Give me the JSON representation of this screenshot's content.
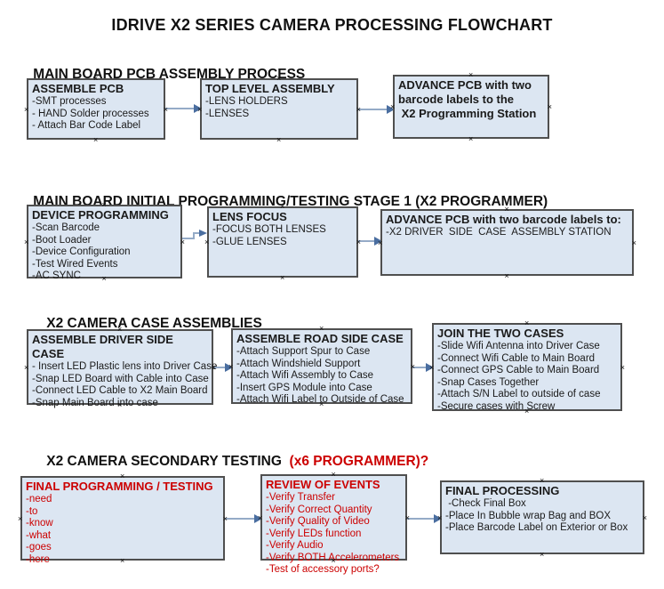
{
  "title": "IDRIVE X2  SERIES CAMERA PROCESSING FLOWCHART",
  "handle_glyph": "×",
  "colors": {
    "box_fill": "#dce6f2",
    "box_border": "#4f4f4f",
    "red": "#cc0000",
    "arrow_line": "#95abc7",
    "arrow_head": "#4a6ea0",
    "ink": "#1a1a1a"
  },
  "sections": [
    {
      "heading": "MAIN BOARD PCB ASSEMBLY PROCESS",
      "boxes": [
        {
          "title": "ASSEMBLE PCB",
          "items": [
            "-SMT processes",
            "- HAND Solder processes",
            "- Attach Bar Code Label"
          ]
        },
        {
          "title": "TOP LEVEL ASSEMBLY",
          "items": [
            "-LENS HOLDERS",
            "-LENSES"
          ]
        },
        {
          "title": "ADVANCE PCB with two\nbarcode labels to the\n X2 Programming Station",
          "items": []
        }
      ]
    },
    {
      "heading": "MAIN BOARD INITIAL PROGRAMMING/TESTING STAGE 1 (X2 PROGRAMMER)",
      "boxes": [
        {
          "title": "DEVICE PROGRAMMING",
          "items": [
            "-Scan Barcode",
            "-Boot Loader",
            "-Device Configuration",
            "-Test Wired Events",
            "-AC SYNC"
          ]
        },
        {
          "title": "LENS FOCUS",
          "items": [
            "-FOCUS BOTH LENSES",
            "-GLUE LENSES"
          ]
        },
        {
          "title": "ADVANCE PCB with two barcode labels to:",
          "items": [
            "-X2 DRIVER  SIDE  CASE  ASSEMBLY STATION"
          ]
        }
      ]
    },
    {
      "heading": "X2 CAMERA CASE ASSEMBLIES",
      "boxes": [
        {
          "title": "ASSEMBLE DRIVER SIDE CASE",
          "items": [
            "- Insert LED Plastic lens into Driver Case",
            "-Snap LED Board with Cable into Case",
            "-Connect LED Cable to X2 Main Board",
            "-Snap Main Board into case"
          ]
        },
        {
          "title": "ASSEMBLE ROAD SIDE CASE",
          "items": [
            "-Attach Support Spur to Case",
            "-Attach Windshield Support",
            "-Attach Wifi Assembly to Case",
            "-Insert GPS Module into Case",
            "-Attach Wifi Label to Outside of Case"
          ]
        },
        {
          "title": "JOIN THE TWO CASES",
          "items": [
            "-Slide Wifi Antenna into Driver Case",
            "-Connect Wifi Cable to Main Board",
            "-Connect GPS Cable to Main Board",
            "-Snap Cases Together",
            "-Attach S/N Label to outside of case",
            "-Secure cases with Screw"
          ]
        }
      ]
    },
    {
      "heading": "X2 CAMERA SECONDARY TESTING ",
      "heading_red": " (x6 PROGRAMMER)?",
      "boxes": [
        {
          "title": "FINAL PROGRAMMING / TESTING",
          "items": [
            "-need",
            "-to",
            "-know",
            "-what",
            "-goes",
            "-here"
          ]
        },
        {
          "title": "REVIEW OF EVENTS",
          "items": [
            "-Verify Transfer",
            "-Verify Correct Quantity",
            "-Verify Quality of Video",
            "-Verify LEDs function",
            "-Verify Audio",
            "-Verify BOTH Accelerometers",
            "-Test of accessory ports?"
          ]
        },
        {
          "title": "FINAL PROCESSING",
          "items": [
            " -Check Final Box",
            "-Place In Bubble wrap Bag and BOX",
            "-Place Barcode Label on Exterior or Box"
          ]
        }
      ]
    }
  ]
}
